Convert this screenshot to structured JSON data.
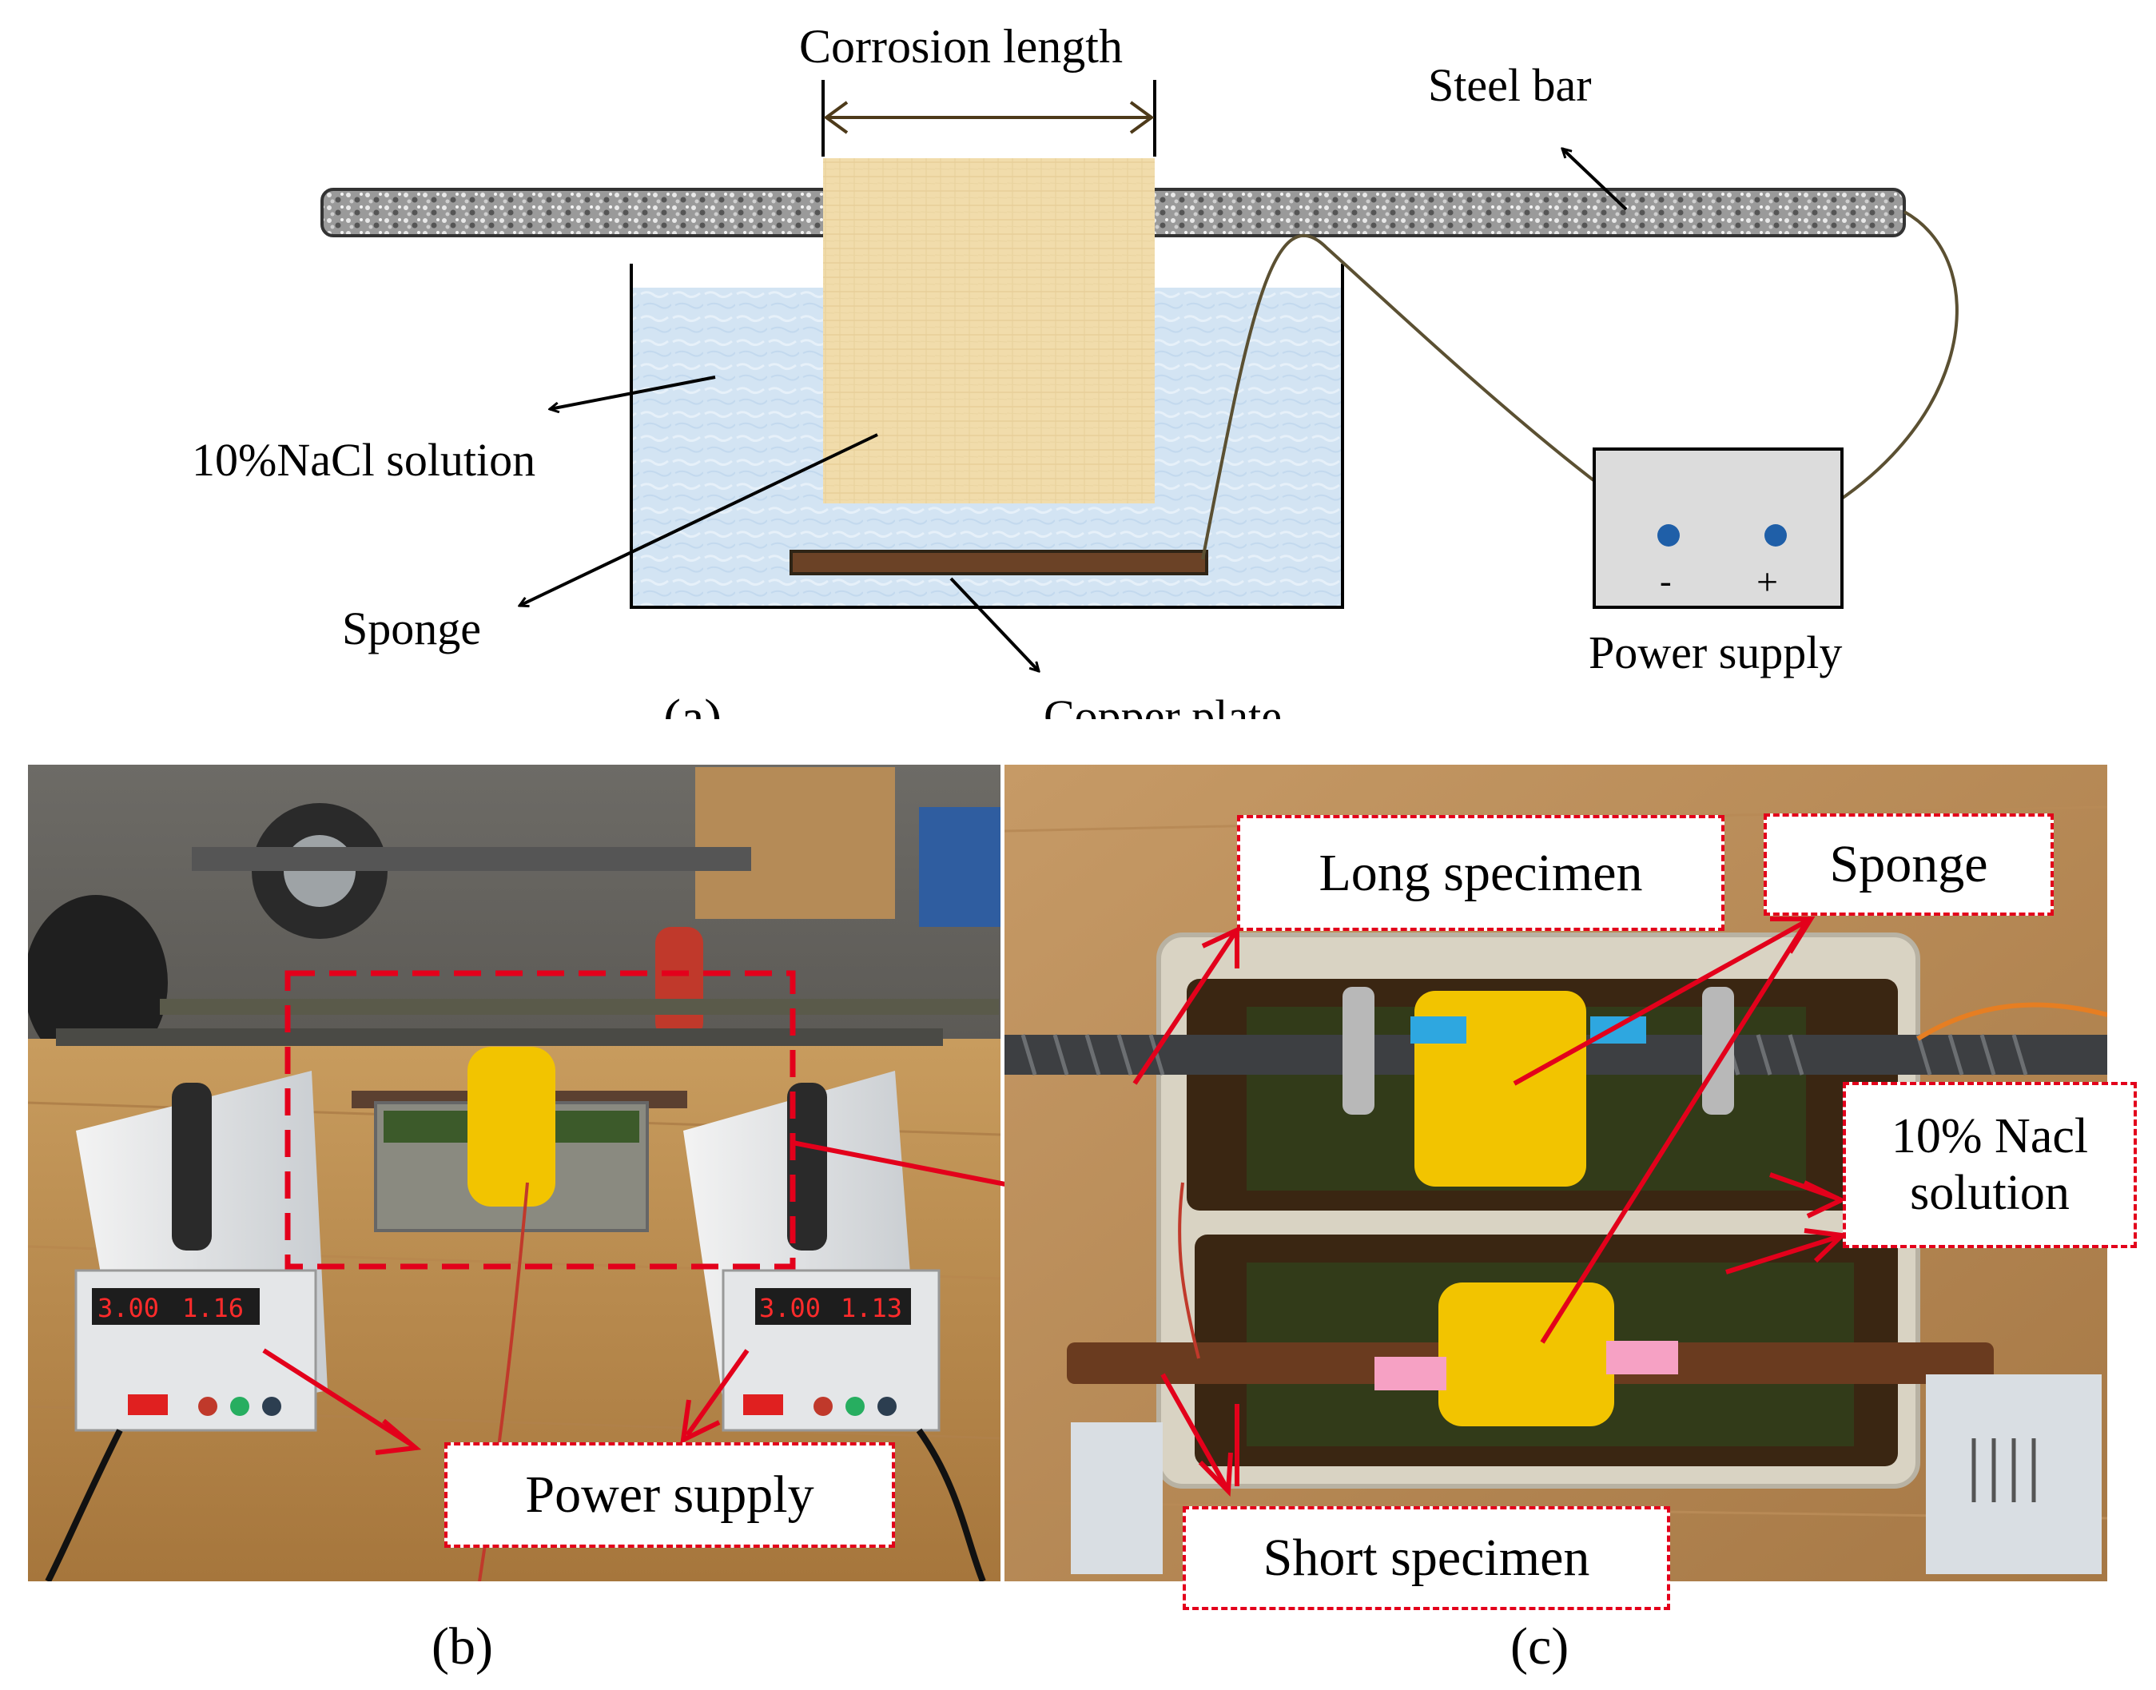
{
  "panel_a": {
    "caption": "(a)",
    "labels": {
      "corrosion_length": "Corrosion length",
      "steel_bar": "Steel bar",
      "nacl_solution": "10%NaCl  solution",
      "sponge": "Sponge",
      "copper_plate": "Copper plate",
      "power_supply": "Power supply",
      "terminal_negative": "-",
      "terminal_positive": "+"
    }
  },
  "panel_b": {
    "caption": "(b)",
    "labels": {
      "power_supply": "Power  supply",
      "display_left_v": "3.00",
      "display_left_a": "1.16",
      "display_right_v": "3.00",
      "display_right_a": "1.13"
    }
  },
  "panel_c": {
    "caption": "(c)",
    "labels": {
      "long_specimen": "Long  specimen",
      "sponge": "Sponge",
      "nacl_line1": "10% Nacl",
      "nacl_line2": "solution",
      "short_specimen": "Short   specimen"
    }
  },
  "colors": {
    "callout_border": "#e3001b",
    "arrow_red": "#e3001b",
    "solution": "#d3e4f3",
    "sponge": "#f1dcab",
    "steel": "#8c8c8c",
    "copper": "#5a3a22",
    "wire": "#5b5032",
    "terminal": "#1f5fa8",
    "power_box": "#dcdcdc"
  }
}
